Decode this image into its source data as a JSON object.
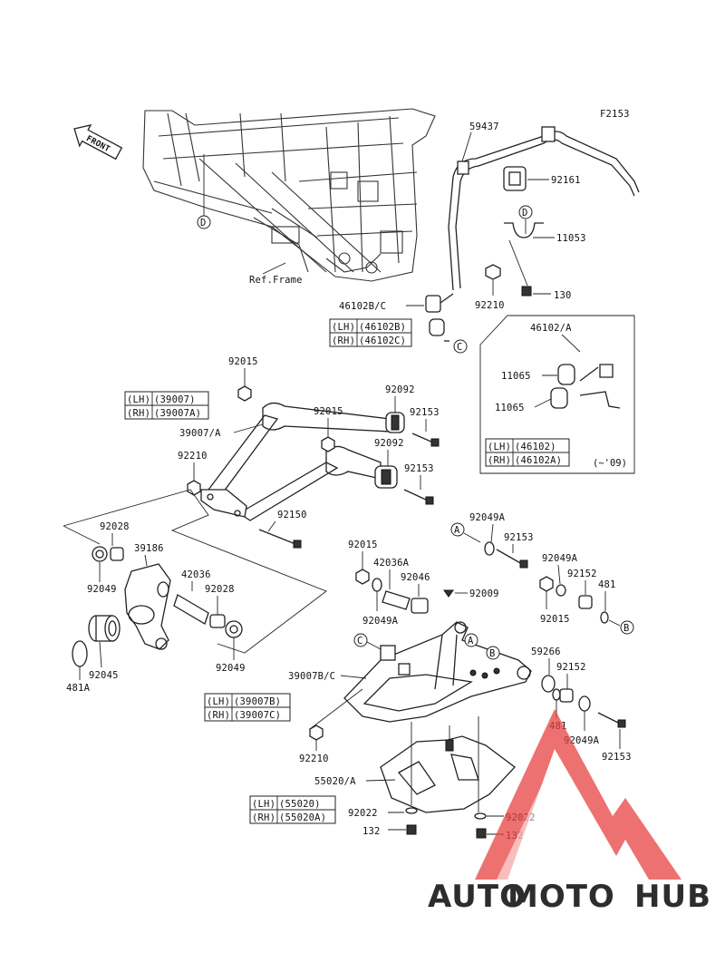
{
  "figure_code": "F2153",
  "direction_label": "FRONT",
  "ref_frame_label": "Ref.Frame",
  "era_note": "(~'09)",
  "part_numbers": {
    "p59437": "59437",
    "p92161": "92161",
    "p11053": "11053",
    "p130": "130",
    "p92210_top": "92210",
    "p46102bc": "46102B/C",
    "p46102a": "46102/A",
    "p11065_a": "11065",
    "p11065_b": "11065",
    "p92015_a": "92015",
    "p92015_b": "92015",
    "p92015_c": "92015",
    "p92015_d": "92015",
    "p92092_a": "92092",
    "p92092_b": "92092",
    "p92153_a": "92153",
    "p92153_b": "92153",
    "p92153_c": "92153",
    "p92153_d": "92153",
    "p39007a": "39007/A",
    "p92210_mid": "92210",
    "p92150": "92150",
    "p92028_a": "92028",
    "p92028_b": "92028",
    "p39186": "39186",
    "p42036": "42036",
    "p92049_a": "92049",
    "p92049_b": "92049",
    "p92045": "92045",
    "p481a": "481A",
    "p92049a_a": "92049A",
    "p92049a_b": "92049A",
    "p92049a_c": "92049A",
    "p92049a_d": "92049A",
    "p42036a": "42036A",
    "p92046": "92046",
    "p92009": "92009",
    "p92152_a": "92152",
    "p92152_b": "92152",
    "p481_a": "481",
    "p481_b": "481",
    "p59266": "59266",
    "p39007bc": "39007B/C",
    "p92210_bot": "92210",
    "p55020a": "55020/A",
    "p92022_a": "92022",
    "p92022_b": "92022",
    "p132_a": "132",
    "p132_b": "132"
  },
  "callouts": {
    "a1": "A",
    "a2": "A",
    "b1": "B",
    "b2": "B",
    "c1": "C",
    "c2": "C",
    "d1": "D",
    "d2": "D"
  },
  "variant_tables": {
    "t46102bc": [
      {
        "side": "(LH)",
        "part": "(46102B)"
      },
      {
        "side": "(RH)",
        "part": "(46102C)"
      }
    ],
    "t46102": [
      {
        "side": "(LH)",
        "part": "(46102)"
      },
      {
        "side": "(RH)",
        "part": "(46102A)"
      }
    ],
    "t39007": [
      {
        "side": "(LH)",
        "part": "(39007)"
      },
      {
        "side": "(RH)",
        "part": "(39007A)"
      }
    ],
    "t39007bc": [
      {
        "side": "(LH)",
        "part": "(39007B)"
      },
      {
        "side": "(RH)",
        "part": "(39007C)"
      }
    ],
    "t55020": [
      {
        "side": "(LH)",
        "part": "(55020)"
      },
      {
        "side": "(RH)",
        "part": "(55020A)"
      }
    ]
  },
  "watermark": {
    "part1": "AUTO",
    "part2": "MOTO",
    "part3": "HUB",
    "colors": {
      "light": "#f6c2a2",
      "mid": "#ef9a83",
      "red": "#e7423f",
      "gray": "#8a8a8a"
    }
  }
}
